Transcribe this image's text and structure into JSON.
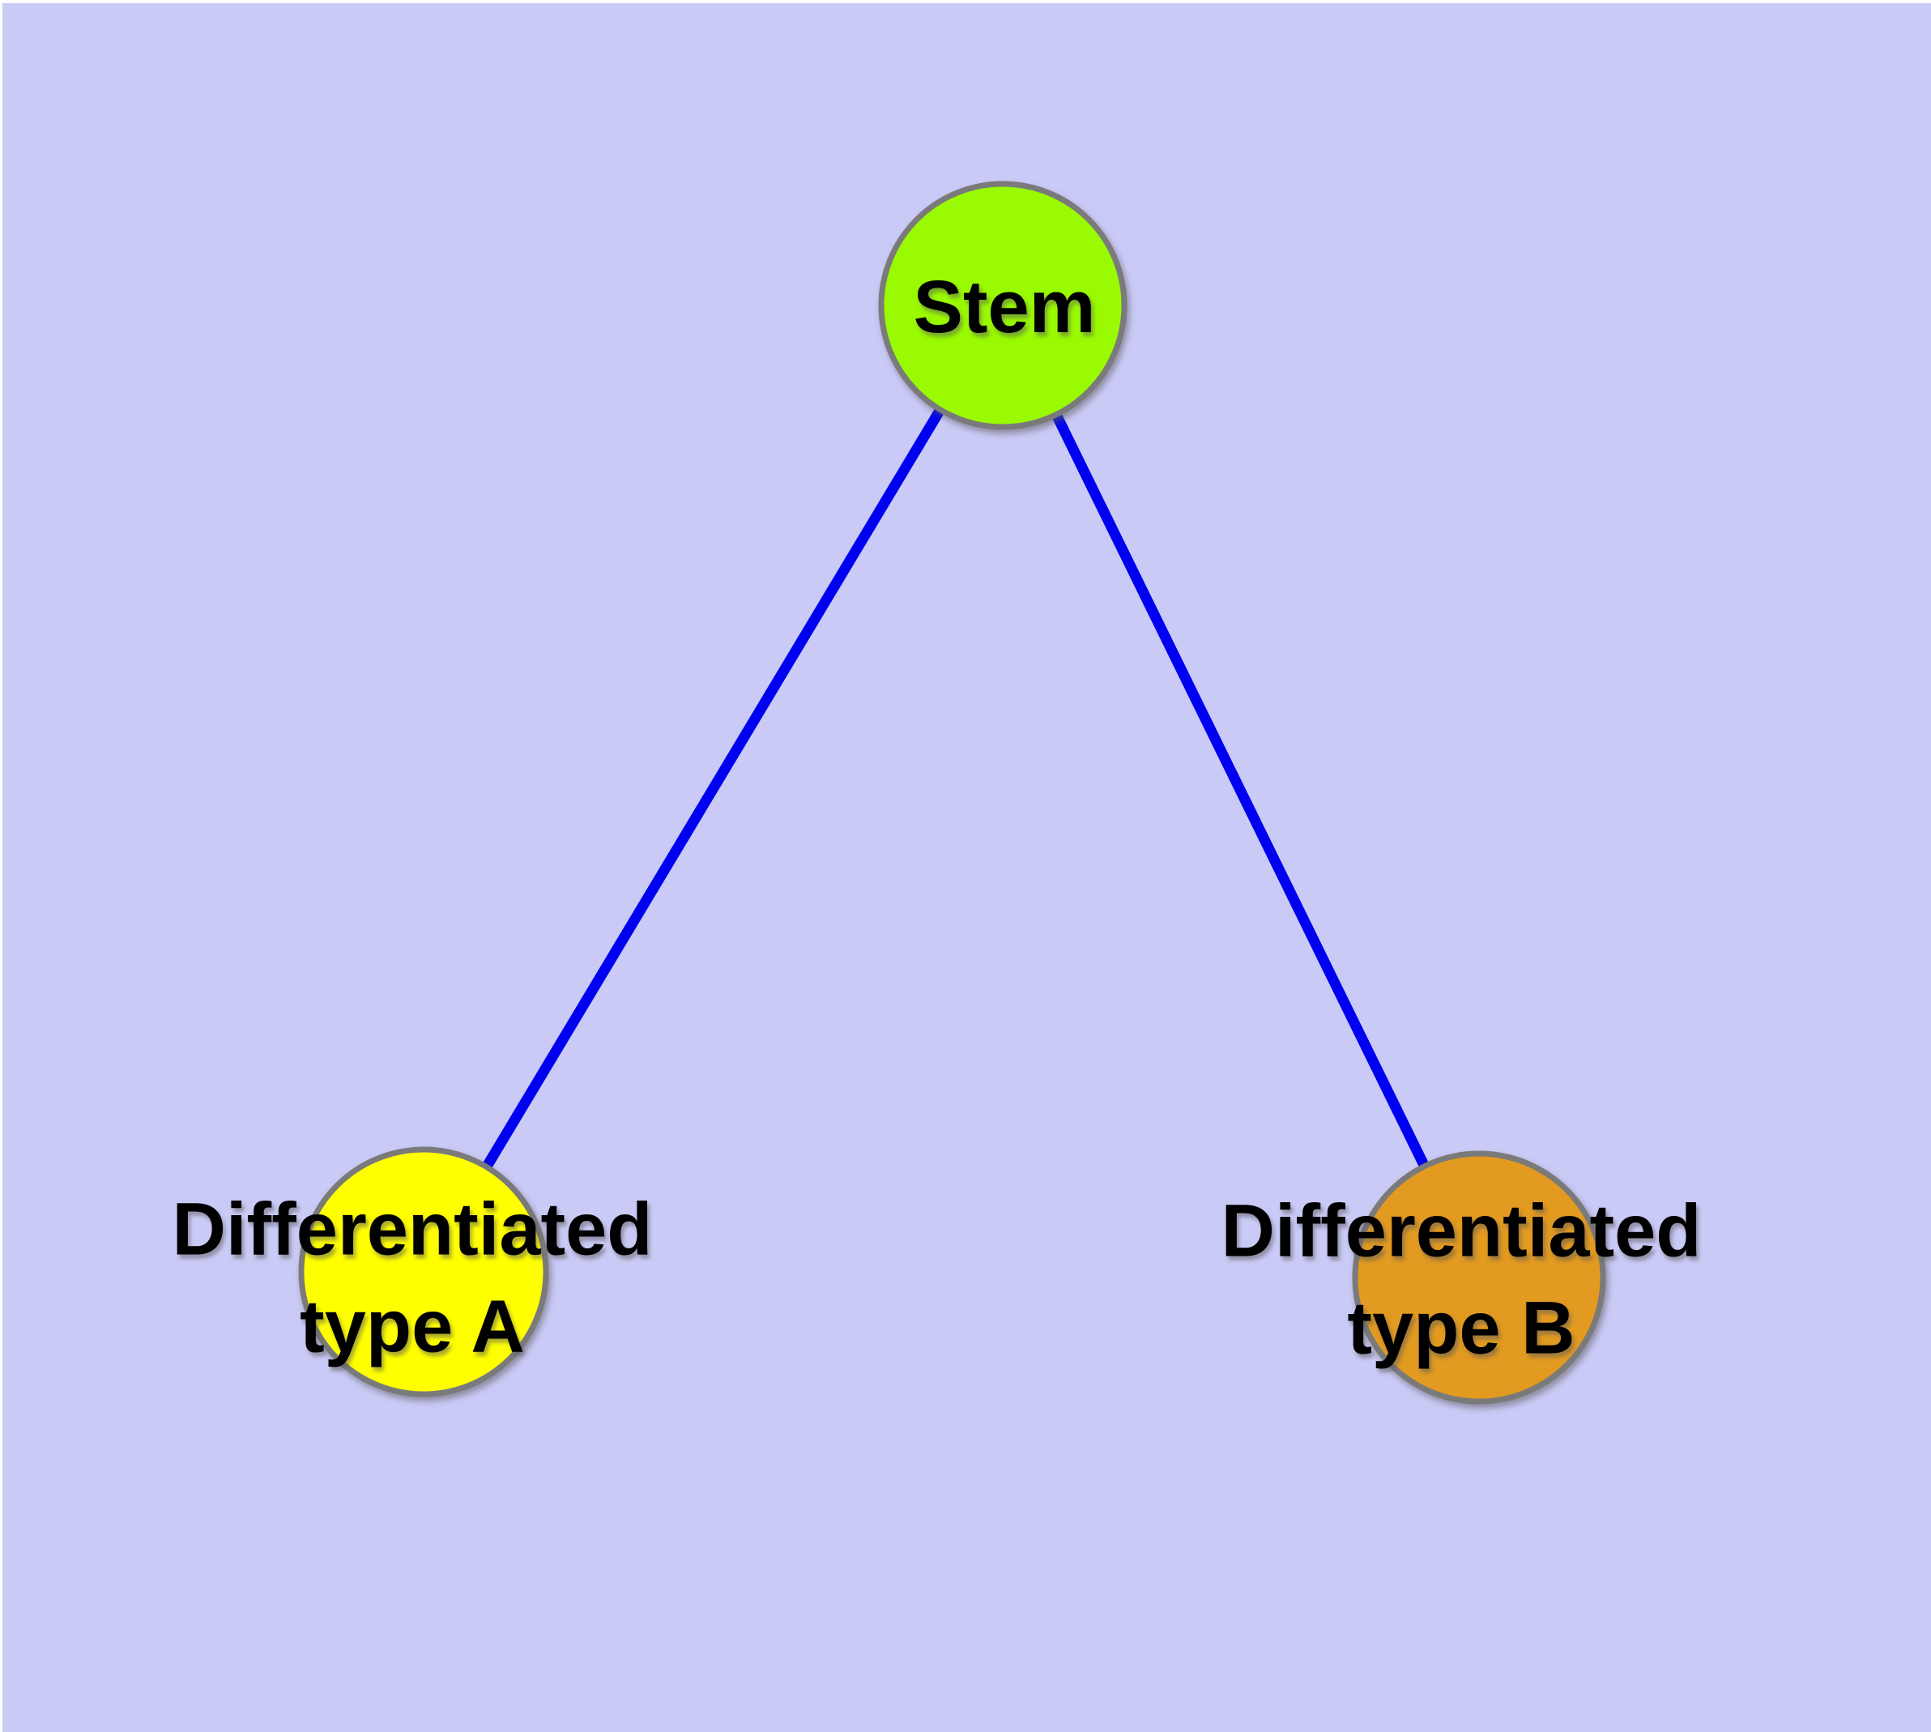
{
  "diagram": {
    "type": "graph",
    "background_color": "#CACAF7",
    "frame_color": "#FFFFFF",
    "edge_color": "#0000F0",
    "node_border_color": "#7A7A7A",
    "label_color": "#000000",
    "nodes": [
      {
        "id": "stem",
        "label": "Stem",
        "fill": "#99FA01"
      },
      {
        "id": "differentiated-type-a",
        "label_line1": "Differentiated",
        "label_line2": "type A",
        "fill": "#FFFF00"
      },
      {
        "id": "differentiated-type-b",
        "label_line1": "Differentiated",
        "label_line2": "type B",
        "fill": "#E29A20"
      }
    ],
    "edges": [
      {
        "from": "Stem",
        "to": "Differentiated type A"
      },
      {
        "from": "Stem",
        "to": "Differentiated type B"
      }
    ]
  }
}
